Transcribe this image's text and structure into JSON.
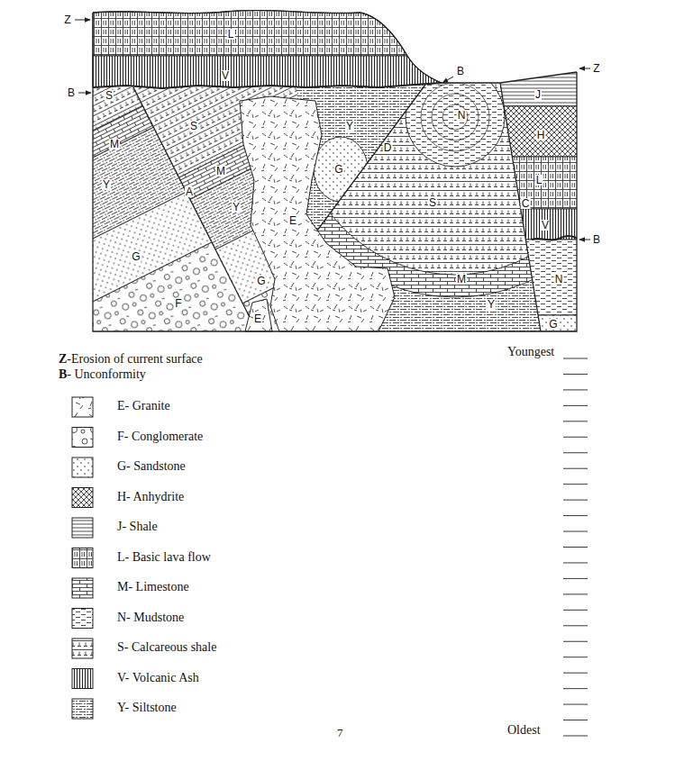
{
  "diagram": {
    "labels": [
      "Z",
      "L",
      "B",
      "Z",
      "B",
      "V",
      "J",
      "S",
      "N",
      "Y",
      "S",
      "H",
      "D",
      "M",
      "G",
      "M",
      "L",
      "Y",
      "A",
      "S",
      "C",
      "Y",
      "E",
      "V",
      "B",
      "G",
      "M",
      "G",
      "N",
      "F",
      "Y",
      "E",
      "G",
      "Z-Erosion of current surface",
      "B- Unconformity",
      "Youngest",
      "Oldest",
      "7"
    ],
    "legend": [
      {
        "text": "E- Granite"
      },
      {
        "text": "F- Conglomerate"
      },
      {
        "text": "G- Sandstone"
      },
      {
        "text": "H- Anhydrite"
      },
      {
        "text": "J- Shale"
      },
      {
        "text": "L- Basic lava flow"
      },
      {
        "text": "M- Limestone"
      },
      {
        "text": "N- Mudstone"
      },
      {
        "text": "S- Calcareous shale"
      },
      {
        "text": "V- Volcanic Ash"
      },
      {
        "text": "Y- Siltstone"
      }
    ]
  }
}
